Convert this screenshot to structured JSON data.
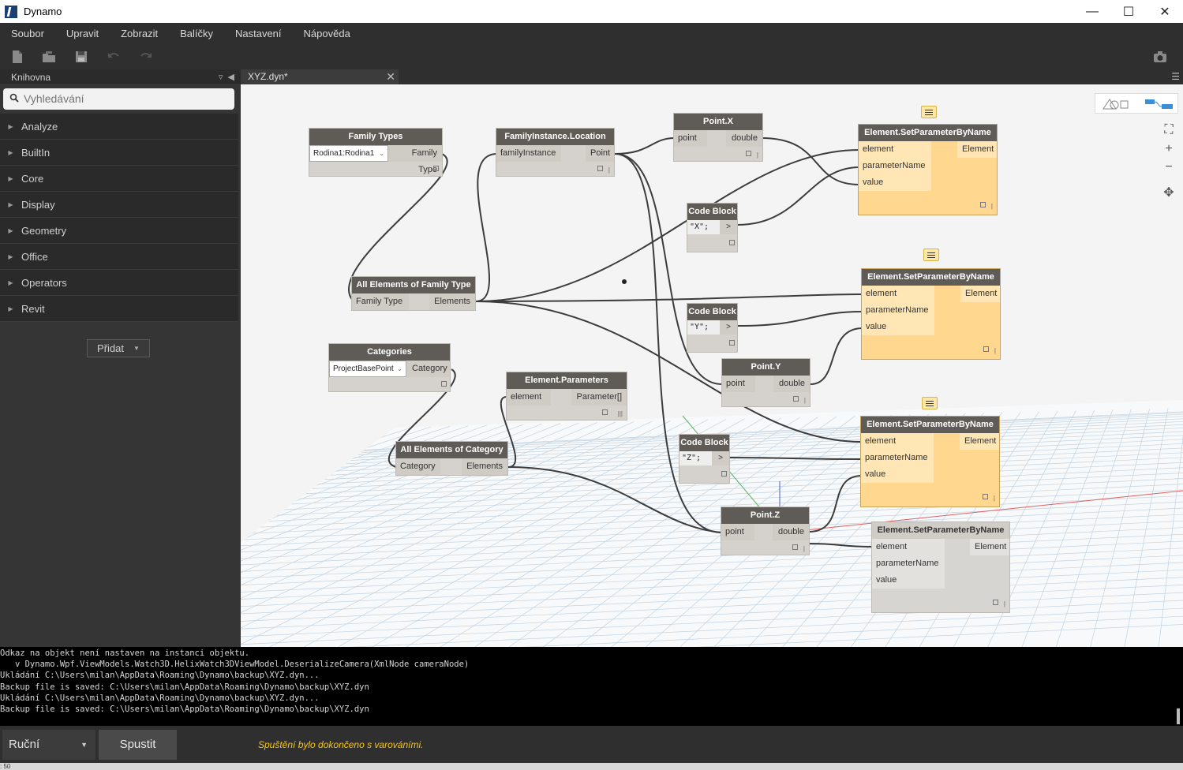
{
  "window": {
    "title": "Dynamo"
  },
  "menu": {
    "items": [
      "Soubor",
      "Upravit",
      "Zobrazit",
      "Balíčky",
      "Nastavení",
      "Nápověda"
    ]
  },
  "library": {
    "title": "Knihovna",
    "search_placeholder": "Vyhledávání",
    "categories": [
      "Analyze",
      "BuiltIn",
      "Core",
      "Display",
      "Geometry",
      "Office",
      "Operators",
      "Revit"
    ],
    "add_label": "Přidat"
  },
  "tab": {
    "label": "XYZ.dyn*"
  },
  "nodes": {
    "family_types": {
      "title": "Family Types",
      "dropdown": "Rodina1:Rodina1",
      "out": "Family Type"
    },
    "fi_location": {
      "title": "FamilyInstance.Location",
      "in": "familyInstance",
      "out": "Point"
    },
    "point_x": {
      "title": "Point.X",
      "in": "point",
      "out": "double"
    },
    "point_y": {
      "title": "Point.Y",
      "in": "point",
      "out": "double"
    },
    "point_z": {
      "title": "Point.Z",
      "in": "point",
      "out": "double"
    },
    "all_family": {
      "title": "All Elements of Family Type",
      "in": "Family Type",
      "out": "Elements"
    },
    "categories": {
      "title": "Categories",
      "dropdown": "ProjectBasePoint",
      "out": "Category"
    },
    "el_params": {
      "title": "Element.Parameters",
      "in": "element",
      "out": "Parameter[]"
    },
    "all_category": {
      "title": "All Elements of Category",
      "in": "Category",
      "out": "Elements"
    },
    "code_x": {
      "title": "Code Block",
      "code": "\"X\";",
      "out": ">"
    },
    "code_y": {
      "title": "Code Block",
      "code": "\"Y\";",
      "out": ">"
    },
    "code_z": {
      "title": "Code Block",
      "code": "\"Z\";",
      "out": ">"
    },
    "set_param": {
      "title": "Element.SetParameterByName",
      "in1": "element",
      "in2": "parameterName",
      "in3": "value",
      "out": "Element"
    }
  },
  "console": {
    "lines": [
      "Odkaz na objekt není nastaven na instanci objektu.",
      "   v Dynamo.Wpf.ViewModels.Watch3D.HelixWatch3DViewModel.DeserializeCamera(XmlNode cameraNode)",
      "Ukládání C:\\Users\\milan\\AppData\\Roaming\\Dynamo\\backup\\XYZ.dyn...",
      "Backup file is saved: C:\\Users\\milan\\AppData\\Roaming\\Dynamo\\backup\\XYZ.dyn",
      "Ukládání C:\\Users\\milan\\AppData\\Roaming\\Dynamo\\backup\\XYZ.dyn...",
      "Backup file is saved: C:\\Users\\milan\\AppData\\Roaming\\Dynamo\\backup\\XYZ.dyn"
    ]
  },
  "runbar": {
    "mode": "Ruční",
    "run_label": "Spustit",
    "status": "Spuštění bylo dokončeno s varováními."
  },
  "statusstrip": {
    "zoom": ": 50"
  },
  "colors": {
    "accent_selected": "#ffd78f",
    "status_warning": "#f5c518",
    "node_header": "#5f5b56"
  }
}
